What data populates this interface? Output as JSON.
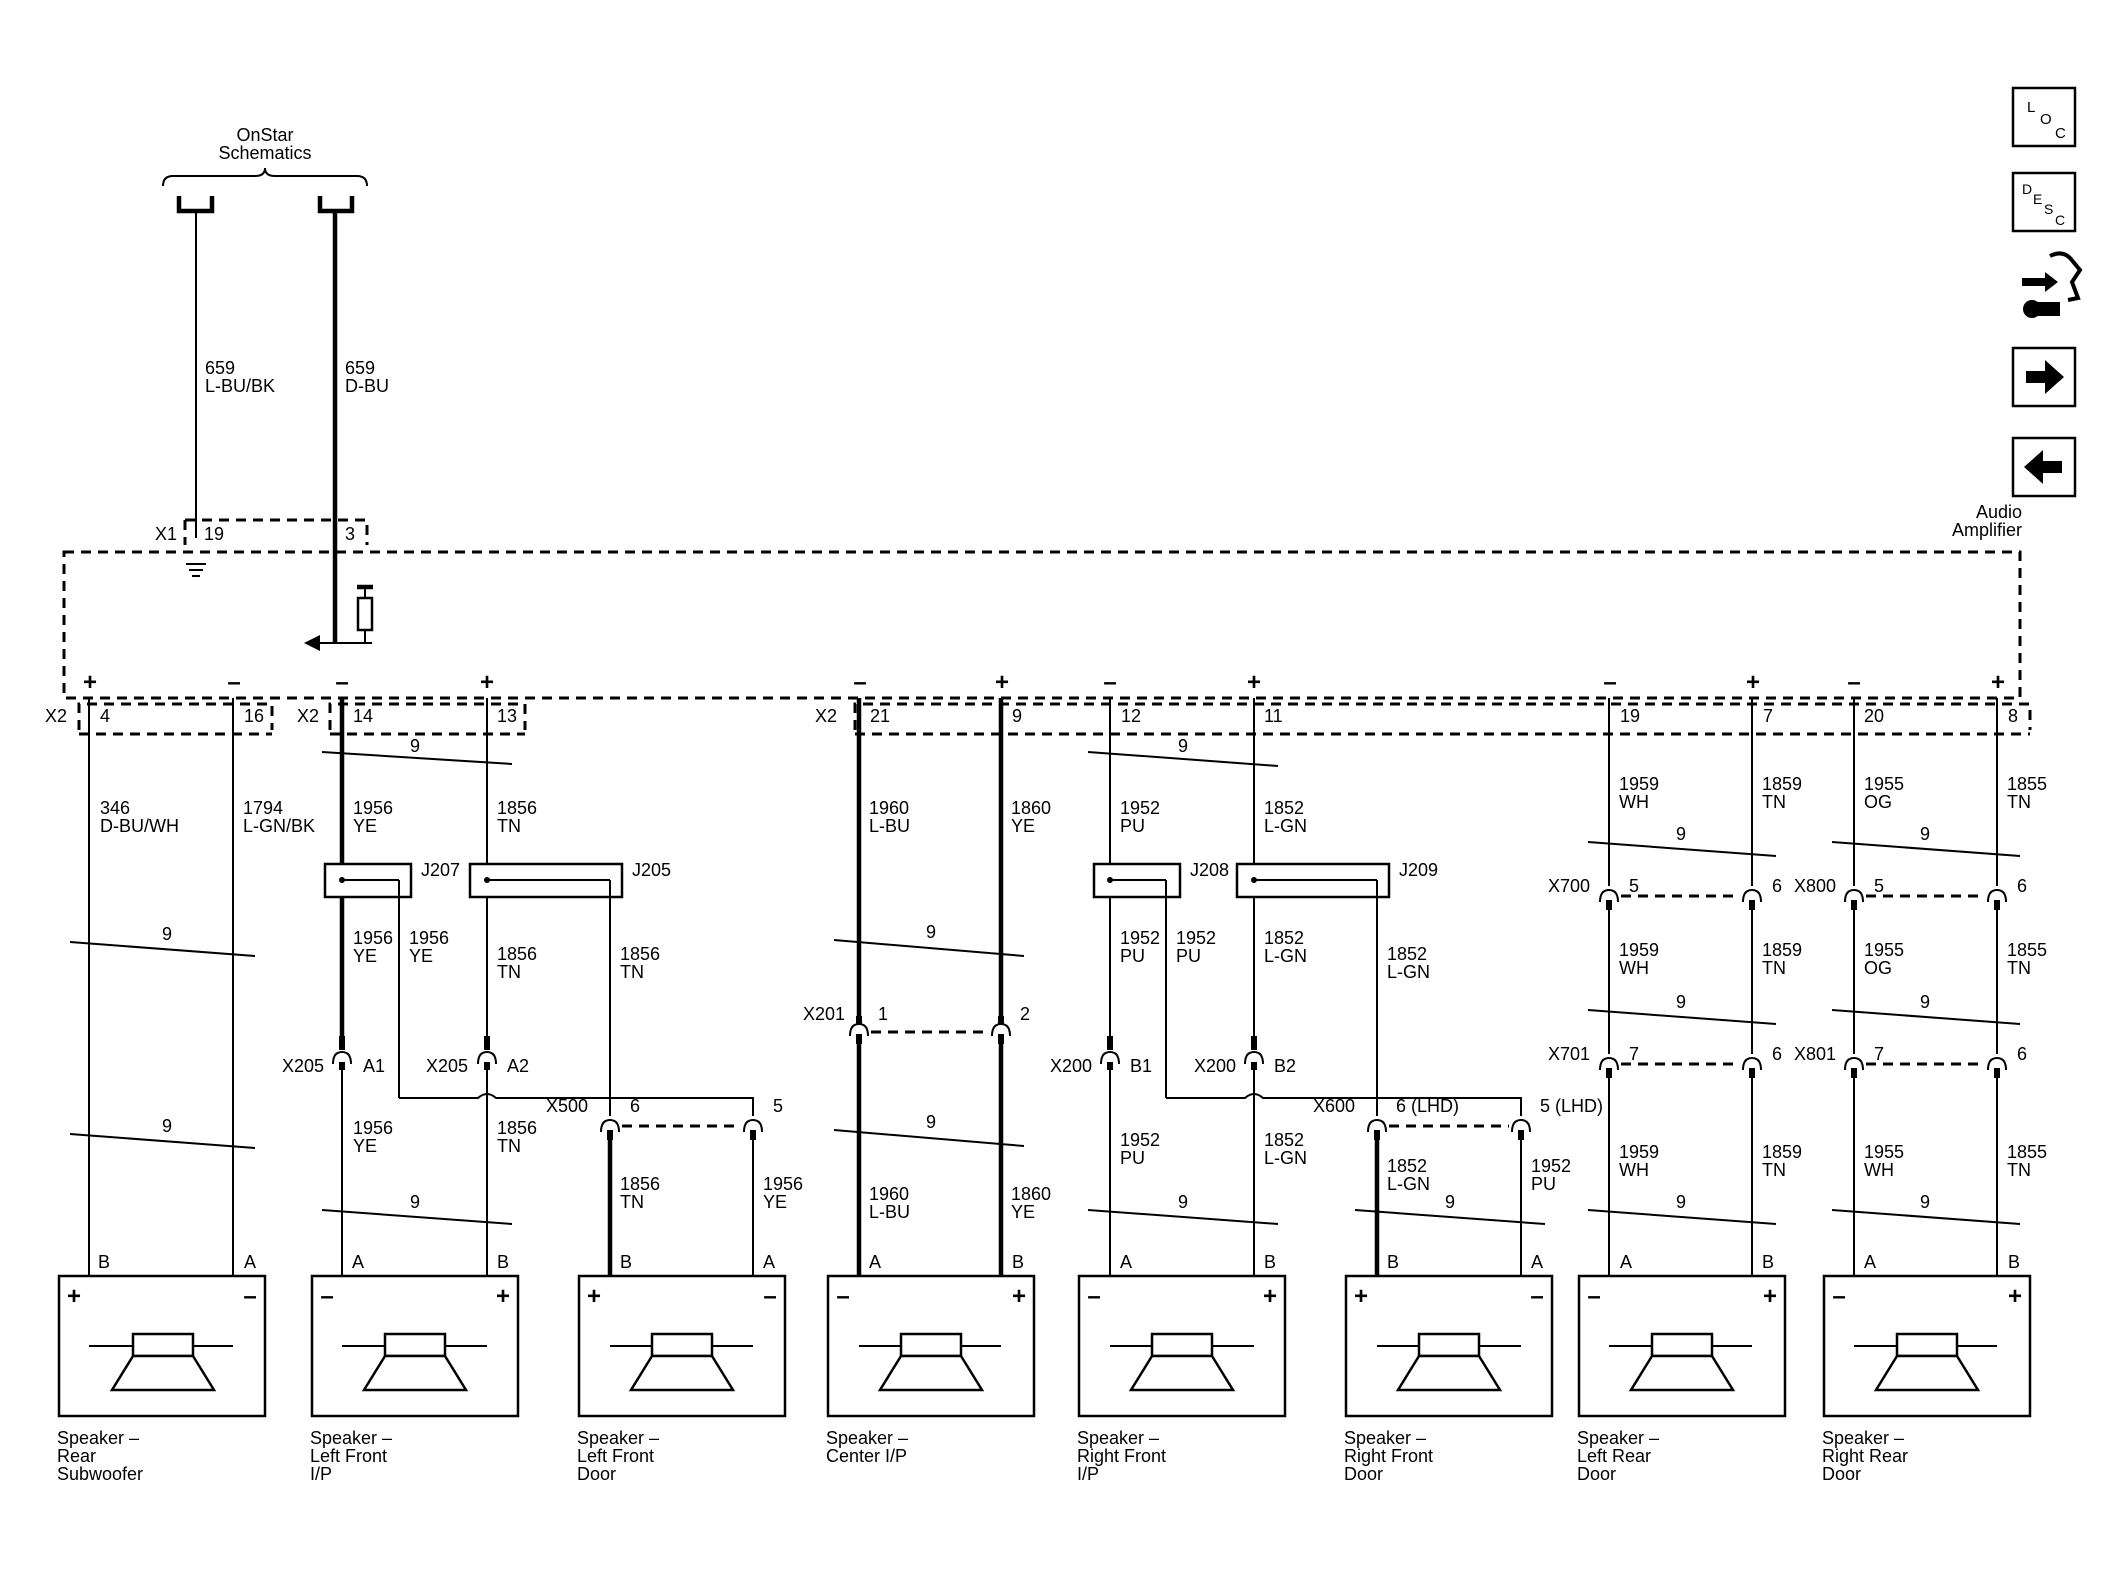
{
  "title": {
    "line1": "OnStar",
    "line2": "Schematics"
  },
  "module": {
    "line1": "Audio",
    "line2": "Amplifier"
  },
  "nav": [
    {
      "name": "loc-button",
      "label": "LOC"
    },
    {
      "name": "desc-button",
      "label": "DESC"
    },
    {
      "name": "connector-view-button",
      "label": ""
    },
    {
      "name": "next-page-button",
      "label": "→"
    },
    {
      "name": "prev-page-button",
      "label": "←"
    }
  ],
  "top_wires": [
    {
      "circuit": "659",
      "color": "L-BU/BK"
    },
    {
      "circuit": "659",
      "color": "D-BU"
    }
  ],
  "x1": {
    "label": "X1",
    "pins": [
      "19",
      "3"
    ]
  },
  "x2_label": "X2",
  "polarity": {
    "plus": "+",
    "minus": "–"
  },
  "twist_count": "9",
  "channels": [
    {
      "id": "subwoofer",
      "pins": [
        "4",
        "16"
      ],
      "polarity": [
        "+",
        "–"
      ],
      "upper": [
        {
          "circuit": "346",
          "color": "D-BU/WH"
        },
        {
          "circuit": "1794",
          "color": "L-GN/BK"
        }
      ],
      "terminals": [
        "B",
        "A"
      ],
      "speaker_polarity": [
        "+",
        "–"
      ],
      "speaker": [
        "Speaker –",
        "Rear",
        "Subwoofer"
      ]
    },
    {
      "id": "left-front-ip",
      "pins": [
        "14",
        "13"
      ],
      "polarity": [
        "–",
        "+"
      ],
      "upper": [
        {
          "circuit": "1956",
          "color": "YE"
        },
        {
          "circuit": "1856",
          "color": "TN"
        }
      ],
      "splices": [
        "J207",
        "J205"
      ],
      "mid": [
        {
          "circuit": "1956",
          "color": "YE"
        },
        {
          "circuit": "1856",
          "color": "TN"
        }
      ],
      "connector": {
        "name": "X205",
        "pins": [
          "A1",
          "A2"
        ]
      },
      "lower": [
        {
          "circuit": "1956",
          "color": "YE"
        },
        {
          "circuit": "1856",
          "color": "TN"
        }
      ],
      "terminals": [
        "A",
        "B"
      ],
      "speaker_polarity": [
        "–",
        "+"
      ],
      "speaker": [
        "Speaker –",
        "Left Front",
        "I/P"
      ]
    },
    {
      "id": "left-front-door",
      "branch": [
        {
          "circuit": "1956",
          "color": "YE"
        },
        {
          "circuit": "1856",
          "color": "TN"
        }
      ],
      "connector": {
        "name": "X500",
        "pins": [
          "6",
          "5"
        ]
      },
      "lower": [
        {
          "circuit": "1856",
          "color": "TN"
        },
        {
          "circuit": "1956",
          "color": "YE"
        }
      ],
      "terminals": [
        "B",
        "A"
      ],
      "speaker_polarity": [
        "+",
        "–"
      ],
      "speaker": [
        "Speaker –",
        "Left Front",
        "Door"
      ]
    },
    {
      "id": "center-ip",
      "pins": [
        "21",
        "9"
      ],
      "polarity": [
        "–",
        "+"
      ],
      "upper": [
        {
          "circuit": "1960",
          "color": "L-BU"
        },
        {
          "circuit": "1860",
          "color": "YE"
        }
      ],
      "connector": {
        "name": "X201",
        "pins": [
          "1",
          "2"
        ]
      },
      "lower": [
        {
          "circuit": "1960",
          "color": "L-BU"
        },
        {
          "circuit": "1860",
          "color": "YE"
        }
      ],
      "terminals": [
        "A",
        "B"
      ],
      "speaker_polarity": [
        "–",
        "+"
      ],
      "speaker": [
        "Speaker –",
        "Center I/P"
      ]
    },
    {
      "id": "right-front-ip",
      "pins": [
        "12",
        "11"
      ],
      "polarity": [
        "–",
        "+"
      ],
      "upper": [
        {
          "circuit": "1952",
          "color": "PU"
        },
        {
          "circuit": "1852",
          "color": "L-GN"
        }
      ],
      "splices": [
        "J208",
        "J209"
      ],
      "mid": [
        {
          "circuit": "1952",
          "color": "PU"
        },
        {
          "circuit": "1852",
          "color": "L-GN"
        }
      ],
      "connector": {
        "name": "X200",
        "pins": [
          "B1",
          "B2"
        ]
      },
      "lower": [
        {
          "circuit": "1952",
          "color": "PU"
        },
        {
          "circuit": "1852",
          "color": "L-GN"
        }
      ],
      "terminals": [
        "A",
        "B"
      ],
      "speaker_polarity": [
        "–",
        "+"
      ],
      "speaker": [
        "Speaker –",
        "Right Front",
        "I/P"
      ]
    },
    {
      "id": "right-front-door",
      "branch": [
        {
          "circuit": "1952",
          "color": "PU"
        },
        {
          "circuit": "1852",
          "color": "L-GN"
        }
      ],
      "connector": {
        "name": "X600",
        "pins": [
          "6 (LHD)",
          "5 (LHD)"
        ]
      },
      "lower": [
        {
          "circuit": "1852",
          "color": "L-GN"
        },
        {
          "circuit": "1952",
          "color": "PU"
        }
      ],
      "terminals": [
        "B",
        "A"
      ],
      "speaker_polarity": [
        "+",
        "–"
      ],
      "speaker": [
        "Speaker –",
        "Right Front",
        "Door"
      ]
    },
    {
      "id": "left-rear-door",
      "pins": [
        "19",
        "7"
      ],
      "polarity": [
        "–",
        "+"
      ],
      "upper": [
        {
          "circuit": "1959",
          "color": "WH"
        },
        {
          "circuit": "1859",
          "color": "TN"
        }
      ],
      "connector_a": {
        "name": "X700",
        "pins": [
          "5",
          "6"
        ]
      },
      "mid": [
        {
          "circuit": "1959",
          "color": "WH"
        },
        {
          "circuit": "1859",
          "color": "TN"
        }
      ],
      "connector_b": {
        "name": "X701",
        "pins": [
          "7",
          "6"
        ]
      },
      "lower": [
        {
          "circuit": "1959",
          "color": "WH"
        },
        {
          "circuit": "1859",
          "color": "TN"
        }
      ],
      "terminals": [
        "A",
        "B"
      ],
      "speaker_polarity": [
        "–",
        "+"
      ],
      "speaker": [
        "Speaker –",
        "Left Rear",
        "Door"
      ]
    },
    {
      "id": "right-rear-door",
      "pins": [
        "20",
        "8"
      ],
      "polarity": [
        "–",
        "+"
      ],
      "upper": [
        {
          "circuit": "1955",
          "color": "OG"
        },
        {
          "circuit": "1855",
          "color": "TN"
        }
      ],
      "connector_a": {
        "name": "X800",
        "pins": [
          "5",
          "6"
        ]
      },
      "mid": [
        {
          "circuit": "1955",
          "color": "OG"
        },
        {
          "circuit": "1855",
          "color": "TN"
        }
      ],
      "connector_b": {
        "name": "X801",
        "pins": [
          "7",
          "6"
        ]
      },
      "lower": [
        {
          "circuit": "1955",
          "color": "WH"
        },
        {
          "circuit": "1855",
          "color": "TN"
        }
      ],
      "terminals": [
        "A",
        "B"
      ],
      "speaker_polarity": [
        "–",
        "+"
      ],
      "speaker": [
        "Speaker –",
        "Right Rear",
        "Door"
      ]
    }
  ]
}
